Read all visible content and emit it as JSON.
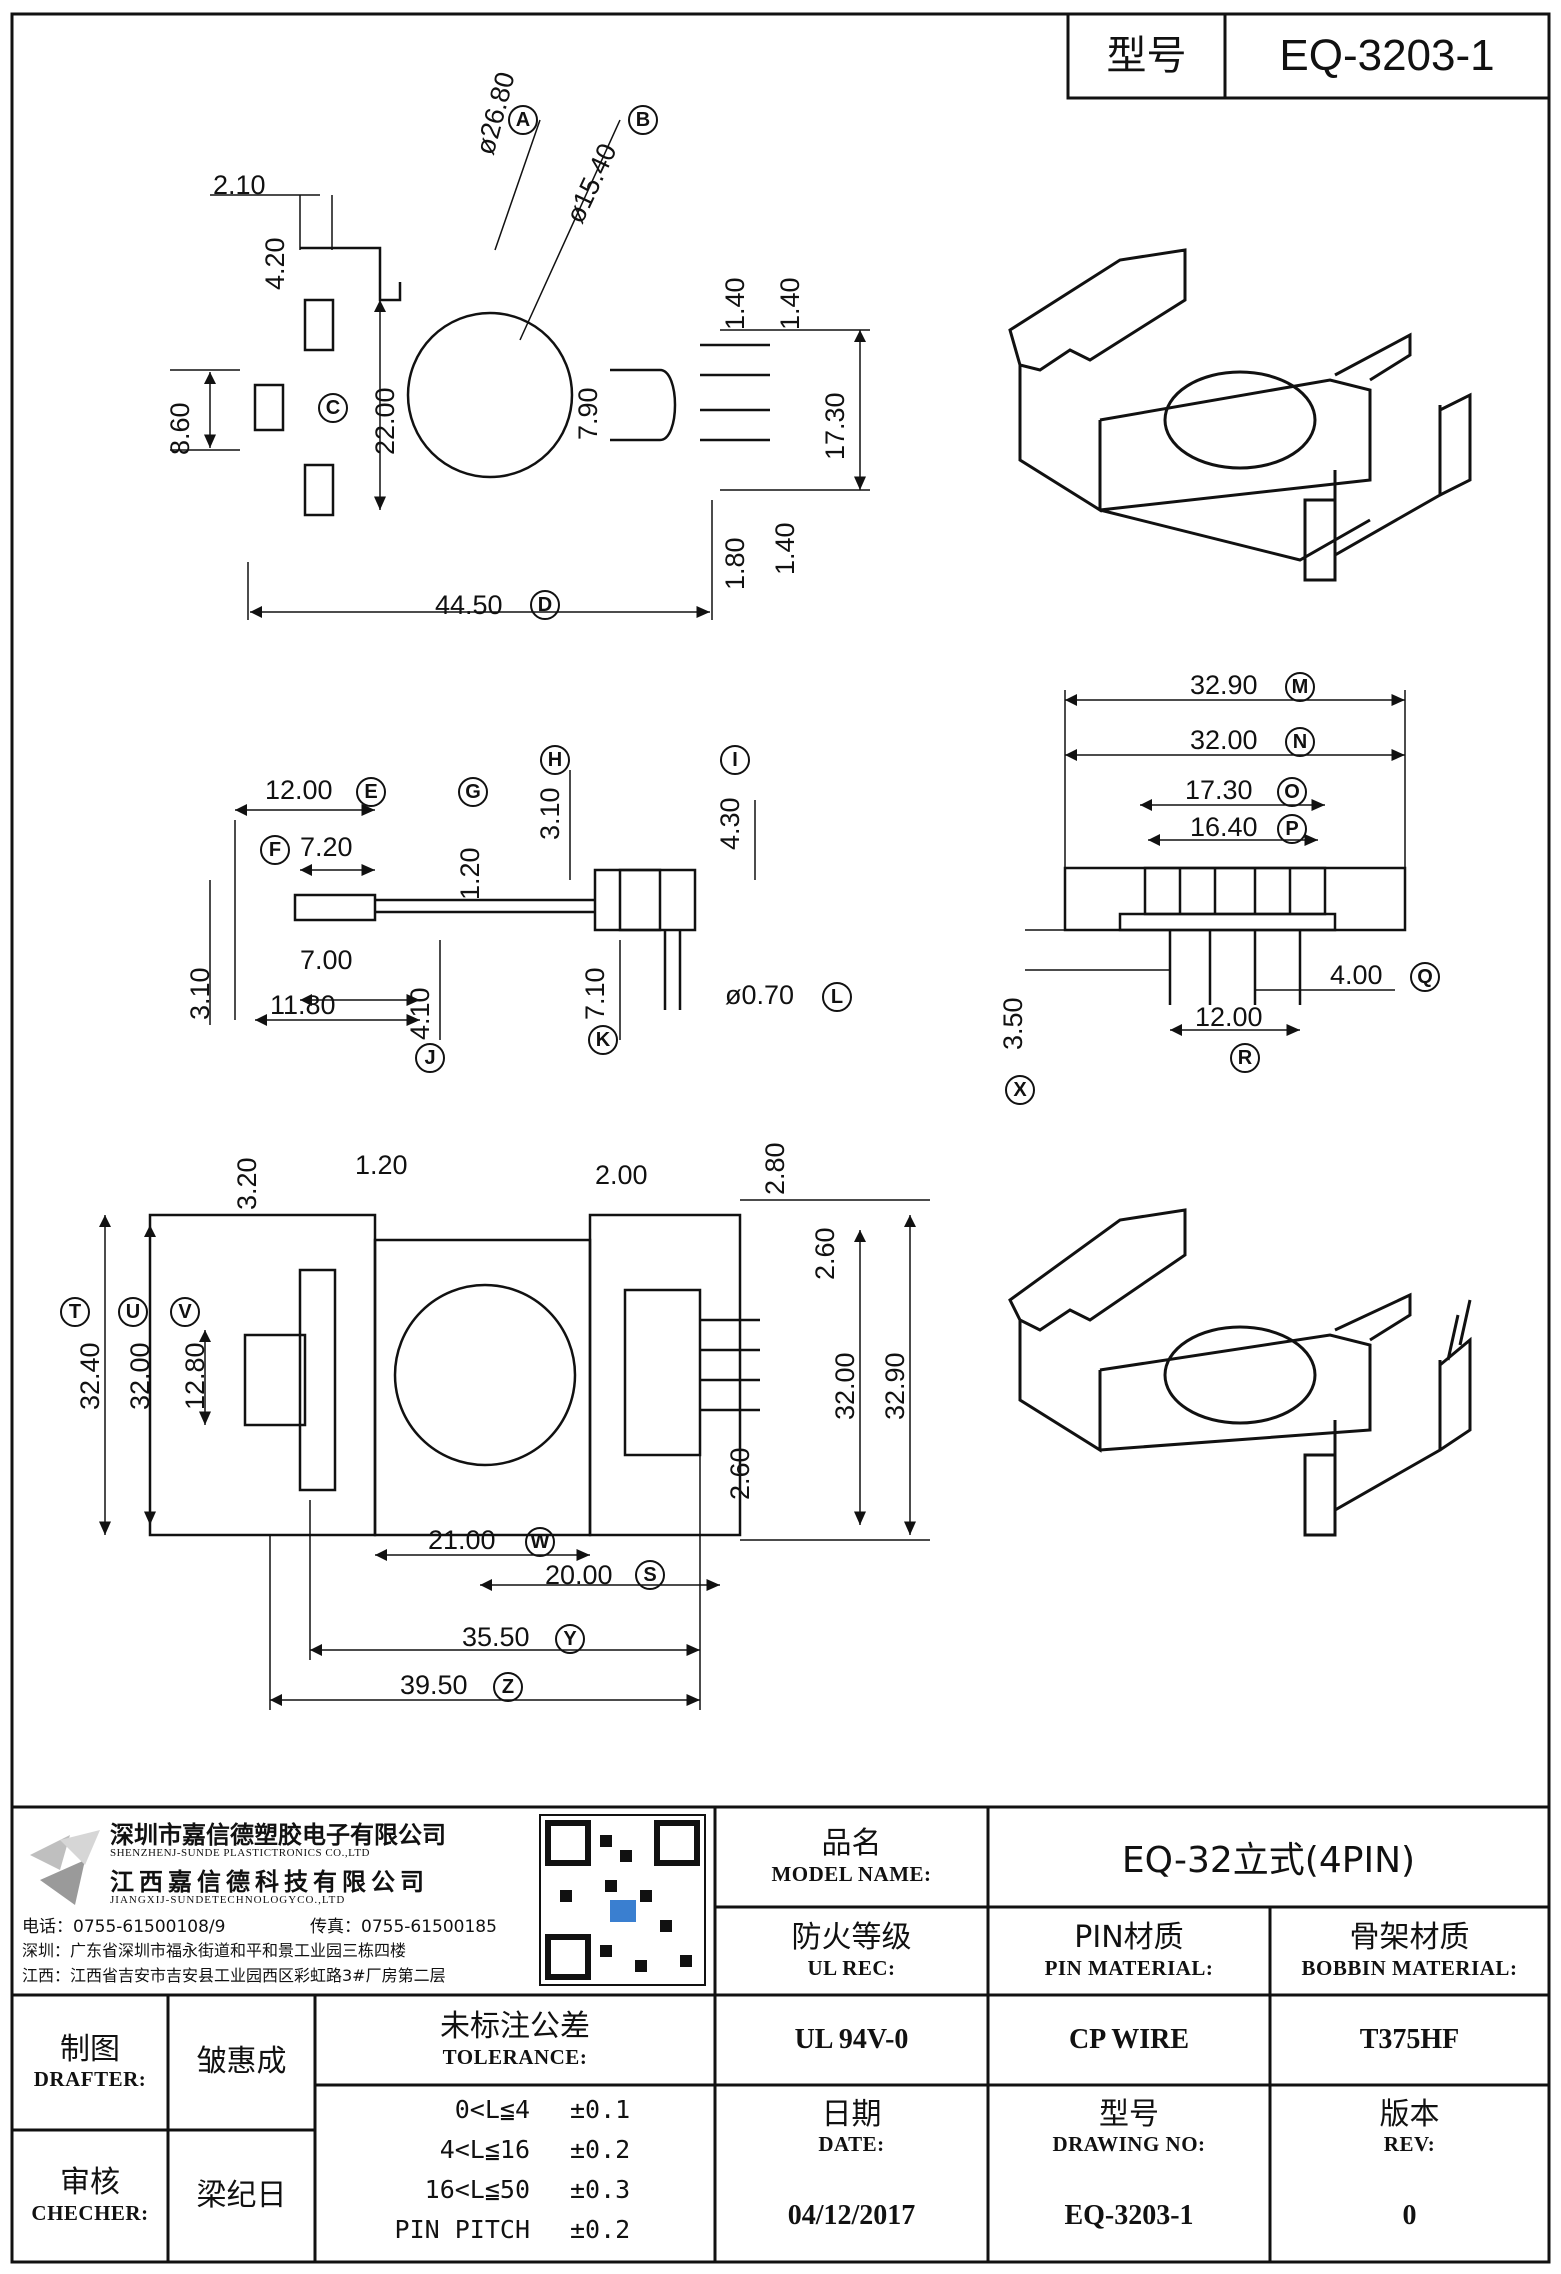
{
  "title_block": {
    "model_label": "型号",
    "model_value": "EQ-3203-1"
  },
  "dimensions": {
    "view_top": {
      "a_label": "ø26.80",
      "b_label": "ø15.40",
      "d_width": "44.50",
      "c_height": "22.00",
      "inner": "7.90",
      "left_slot_w": "2.10",
      "left_slot_h": "4.20",
      "left_pitch": "8.60",
      "pin_gap_top1": "1.40",
      "pin_gap_top2": "1.40",
      "pin_span": "17.30",
      "pin_gap_bot1": "1.40",
      "pin_gap_bot2": "1.80"
    },
    "view_side": {
      "e": "12.00",
      "f": "7.20",
      "g": "1.20",
      "h": "3.10",
      "i": "4.30",
      "j": "4.10",
      "k": "7.10",
      "l": "ø0.70",
      "d1": "3.10",
      "d2": "7.00",
      "d3": "11.80"
    },
    "view_front": {
      "m": "32.90",
      "n": "32.00",
      "o": "17.30",
      "p": "16.40",
      "q": "4.00",
      "r": "12.00",
      "x": "3.50"
    },
    "view_bottom": {
      "t": "32.40",
      "u": "32.00",
      "v": "12.80",
      "w": "21.00",
      "s": "20.00",
      "y": "35.50",
      "z": "39.50",
      "a1": "3.20",
      "a2": "1.20",
      "a3": "2.00",
      "a4": "2.80",
      "a5": "2.60",
      "a6": "2.60",
      "a7": "32.00",
      "a8": "32.90"
    },
    "letters": [
      "A",
      "B",
      "C",
      "D",
      "E",
      "F",
      "G",
      "H",
      "I",
      "J",
      "K",
      "L",
      "M",
      "N",
      "O",
      "P",
      "Q",
      "R",
      "S",
      "T",
      "U",
      "V",
      "W",
      "X",
      "Y",
      "Z"
    ]
  },
  "company": {
    "name_cn": "深圳市嘉信德塑胶电子有限公司",
    "name_en": "SHENZHENJ-SUNDE PLASTICTRONICS CO.,LTD",
    "name2_cn": "江西嘉信德科技有限公司",
    "name2_en": "JIANGXIJ-SUNDETECHNOLOGYCO.,LTD",
    "phone": "电话：0755-61500108/9",
    "fax": "传真：0755-61500185",
    "addr_sz": "深圳：广东省深圳市福永街道和平和景工业园三栋四楼",
    "addr_jx": "江西：江西省吉安市吉安县工业园西区彩虹路3#厂房第二层"
  },
  "info": {
    "model_name_cn": "品名",
    "model_name_en": "MODEL NAME:",
    "model_name_value": "EQ-32立式(4PIN)",
    "ul_cn": "防火等级",
    "ul_en": "UL REC:",
    "ul_value": "UL 94V-0",
    "pin_cn": "PIN材质",
    "pin_en": "PIN MATERIAL:",
    "pin_value": "CP WIRE",
    "bobbin_cn": "骨架材质",
    "bobbin_en": "BOBBIN MATERIAL:",
    "bobbin_value": "T375HF",
    "date_cn": "日期",
    "date_en": "DATE:",
    "date_value": "04/12/2017",
    "dwg_cn": "型号",
    "dwg_en": "DRAWING NO:",
    "dwg_value": "EQ-3203-1",
    "rev_cn": "版本",
    "rev_en": "REV:",
    "rev_value": "0"
  },
  "signoff": {
    "drafter_cn": "制图",
    "drafter_en": "DRAFTER:",
    "drafter_name": "皱惠成",
    "checker_cn": "审核",
    "checker_en": "CHECHER:",
    "checker_name": "梁纪日"
  },
  "tolerance": {
    "title_cn": "未标注公差",
    "title_en": "TOLERANCE:",
    "rows": [
      {
        "range": "0<L≦4",
        "value": "±0.1"
      },
      {
        "range": "4<L≦16",
        "value": "±0.2"
      },
      {
        "range": "16<L≦50",
        "value": "±0.3"
      },
      {
        "range": "PIN PITCH",
        "value": "±0.2"
      }
    ]
  }
}
